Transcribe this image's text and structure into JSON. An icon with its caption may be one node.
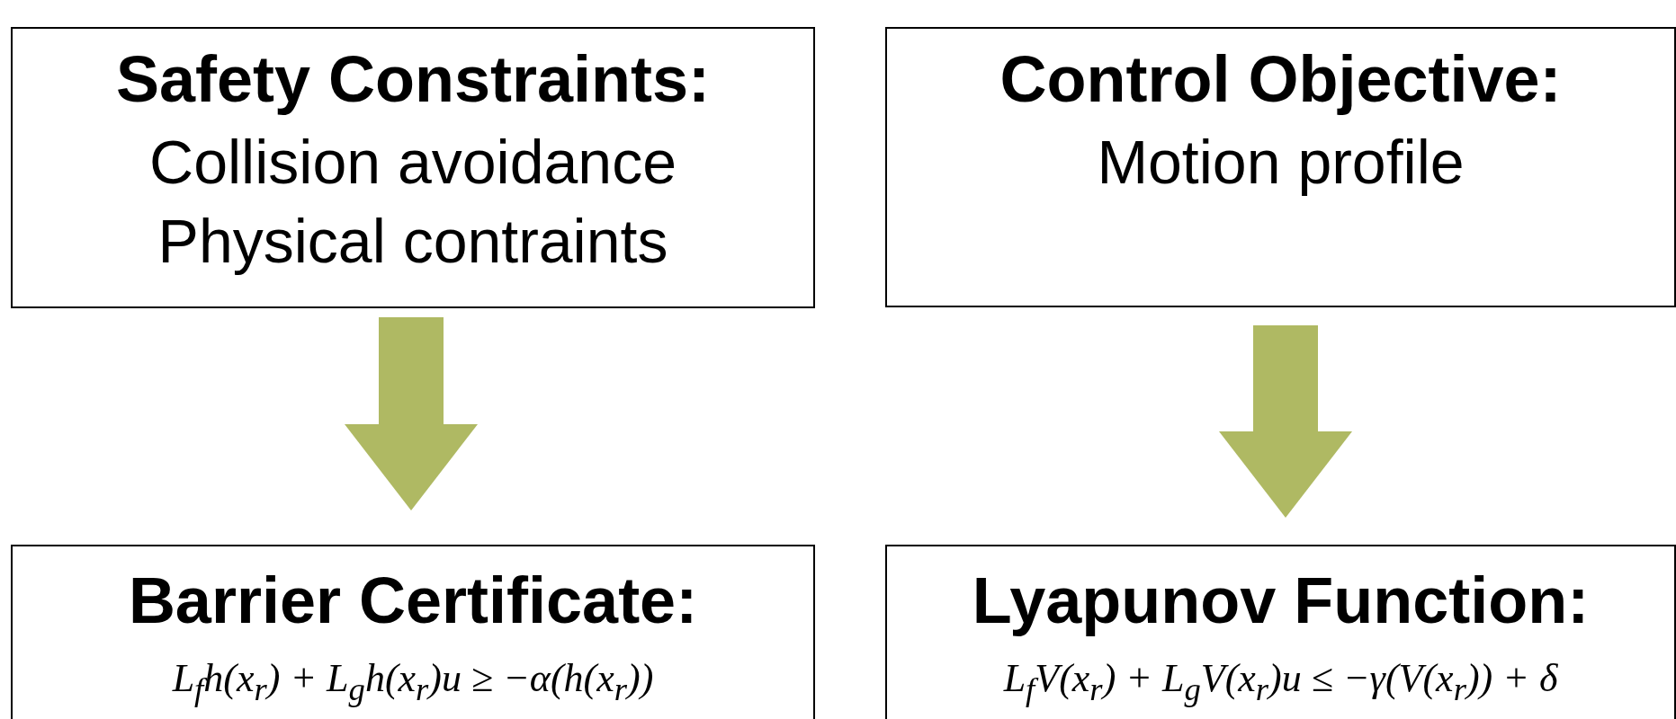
{
  "diagram": {
    "nodes": [
      {
        "text": [
          "Safety Constraints:",
          "Collision avoidance",
          "Physical contraints"
        ]
      },
      {
        "text": [
          "Control Objective:",
          "Motion profile"
        ]
      },
      {
        "text": [
          "Barrier Certificate:",
          "L$_{f}$h(x$_{r}$) + L$_{g}$h(x$_{r}$)u ≥ −α(h(x$_{r}$))"
        ]
      },
      {
        "text": [
          "Lyapunov Function:",
          "L$_{f}$V(x$_{r}$) + L$_{g}$V(x$_{r}$)u ≤ −γ(V(x$_{r}$)) + δ"
        ]
      }
    ],
    "edges": [
      {
        "from": 0,
        "to": 2,
        "arrow": "to"
      },
      {
        "from": 1,
        "to": 3,
        "arrow": "to"
      }
    ]
  }
}
